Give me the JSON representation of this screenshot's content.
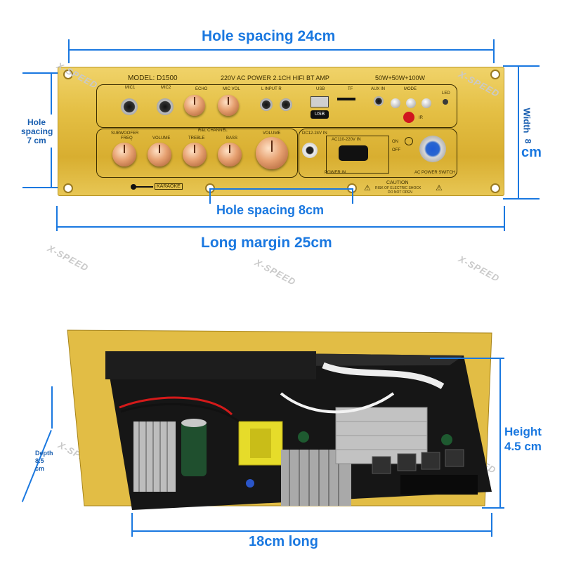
{
  "top_dimensions": {
    "hole_spacing_width": "Hole spacing 24cm",
    "hole_spacing_height_line1": "Hole",
    "hole_spacing_height_line2": "spacing",
    "hole_spacing_height_line3": "7 cm",
    "hole_spacing_bottom": "Hole spacing 8cm",
    "long_margin": "Long margin 25cm",
    "width_word": "Width",
    "width_num": "8",
    "width_unit": "cm"
  },
  "panel": {
    "model": "MODEL: D1500",
    "power_title": "220V AC POWER 2.1CH HIFI BT AMP",
    "wattage": "50W+50W+100W",
    "mic1": "MIC1",
    "mic2": "MIC2",
    "echo": "ECHO",
    "mic_vol": "MIC VOL",
    "input": "L  INPUT  R",
    "usb": "USB",
    "tf": "TF",
    "aux_in": "AUX IN",
    "mode": "MODE",
    "led": "LED",
    "ir": "IR",
    "usb_logo": "USB",
    "subwoofer": "SUBWOOFER",
    "rl_channel": "R&L CHANNEL",
    "freq": "FREQ",
    "volume1": "VOLUME",
    "treble": "TREBLE",
    "bass": "BASS",
    "volume2": "VOLUME",
    "dc_in": "DC12-24V IN",
    "ac_in": "AC110-220V IN",
    "power_in": "POWER IN",
    "on": "ON",
    "off": "OFF",
    "ac_power_switch": "AC POWER SWITCH",
    "karaoke": "KARAOKE",
    "caution": "CAUTION",
    "caution_line1": "RISK OF ELECTRIC SHOCK",
    "caution_line2": "DO NOT OPEN"
  },
  "bottom_dimensions": {
    "depth_line1": "Depth",
    "depth_line2": "8.5",
    "depth_line3": "cm",
    "height_line1": "Height",
    "height_line2": "4.5 cm",
    "length": "18cm long"
  },
  "watermark": "X-SPEED",
  "colors": {
    "dimension_blue": "#1a78e0",
    "panel_gold": "#e4bf44",
    "board_black": "#141414",
    "heatsink_silver": "#bcbcbc"
  }
}
